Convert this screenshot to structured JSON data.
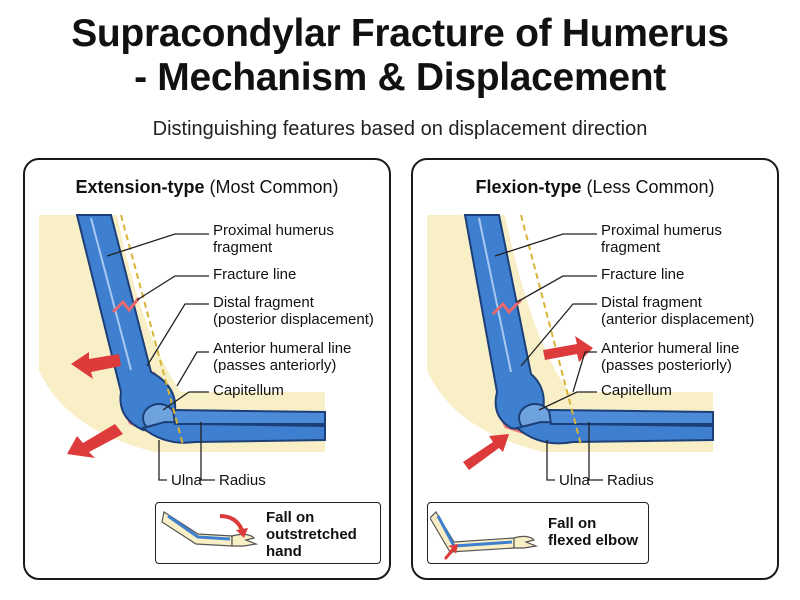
{
  "title_line1": "Supracondylar Fracture of Humerus",
  "title_line2": "- Mechanism & Displacement",
  "subtitle": "Distinguishing features based on displacement direction",
  "panels": [
    {
      "heading_bold": "Extension-type",
      "heading_rest": " (Most Common)",
      "labels": {
        "proximal_1": "Proximal humerus",
        "proximal_2": "fragment",
        "fracture_line": "Fracture line",
        "distal_1": "Distal fragment",
        "distal_2": "(posterior displacement)",
        "ahl_1": "Anterior humeral line",
        "ahl_2": "(passes anteriorly)",
        "capitellum": "Capitellum",
        "ulna": "Ulna",
        "radius": "Radius"
      },
      "mechanism_1": "Fall on",
      "mechanism_2": "outstretched",
      "mechanism_3": "hand"
    },
    {
      "heading_bold": "Flexion-type",
      "heading_rest": " (Less Common)",
      "labels": {
        "proximal_1": "Proximal humerus",
        "proximal_2": "fragment",
        "fracture_line": "Fracture line",
        "distal_1": "Distal fragment",
        "distal_2": "(anterior displacement)",
        "ahl_1": "Anterior humeral line",
        "ahl_2": "(passes posteriorly)",
        "capitellum": "Capitellum",
        "ulna": "Ulna",
        "radius": "Radius"
      },
      "mechanism_1": "Fall on",
      "mechanism_2": "flexed elbow"
    }
  ],
  "colors": {
    "bone": "#3f7fd0",
    "bone_outline": "#1c3f78",
    "soft_tissue": "#f9efc6",
    "hematoma": "#e9686f",
    "arrow": "#dd3b3b",
    "reference_line": "#d8b437"
  }
}
